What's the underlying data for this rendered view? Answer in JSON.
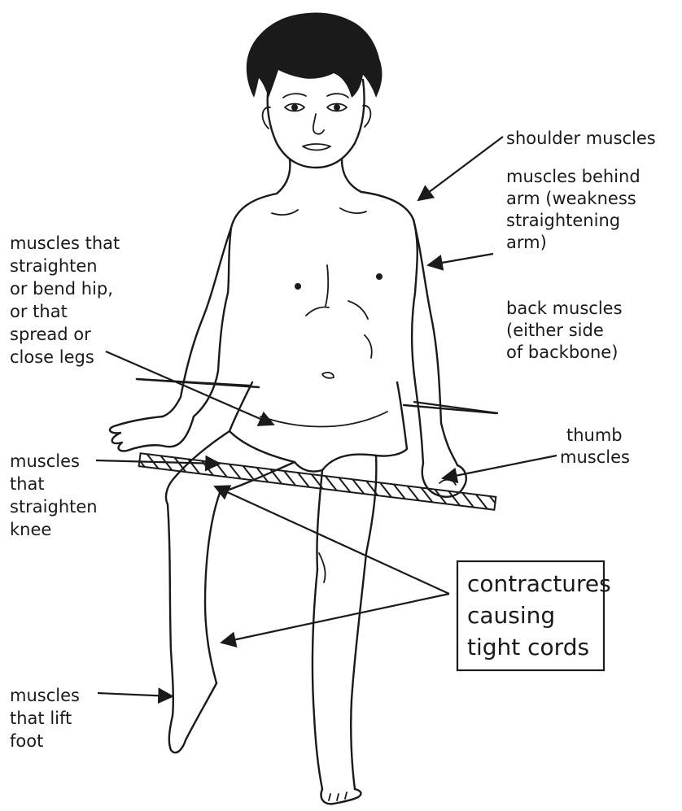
{
  "labels": {
    "shoulder": [
      "shoulder muscles"
    ],
    "behind_arm": [
      "muscles behind",
      "arm (weakness",
      "straightening",
      "arm)"
    ],
    "back": [
      "back muscles",
      "(either side",
      "of backbone)"
    ],
    "hip": [
      "muscles that",
      "straighten",
      "or bend hip,",
      "or that",
      "spread or",
      "close legs"
    ],
    "knee": [
      "muscles",
      "that",
      "straighten",
      "knee"
    ],
    "thumb": [
      "thumb",
      "muscles"
    ],
    "foot": [
      "muscles",
      "that lift",
      "foot"
    ],
    "contractures": [
      "contractures",
      "causing",
      "tight cords"
    ]
  },
  "colors": {
    "ink": "#1a1a1a",
    "paper": "#ffffff"
  }
}
